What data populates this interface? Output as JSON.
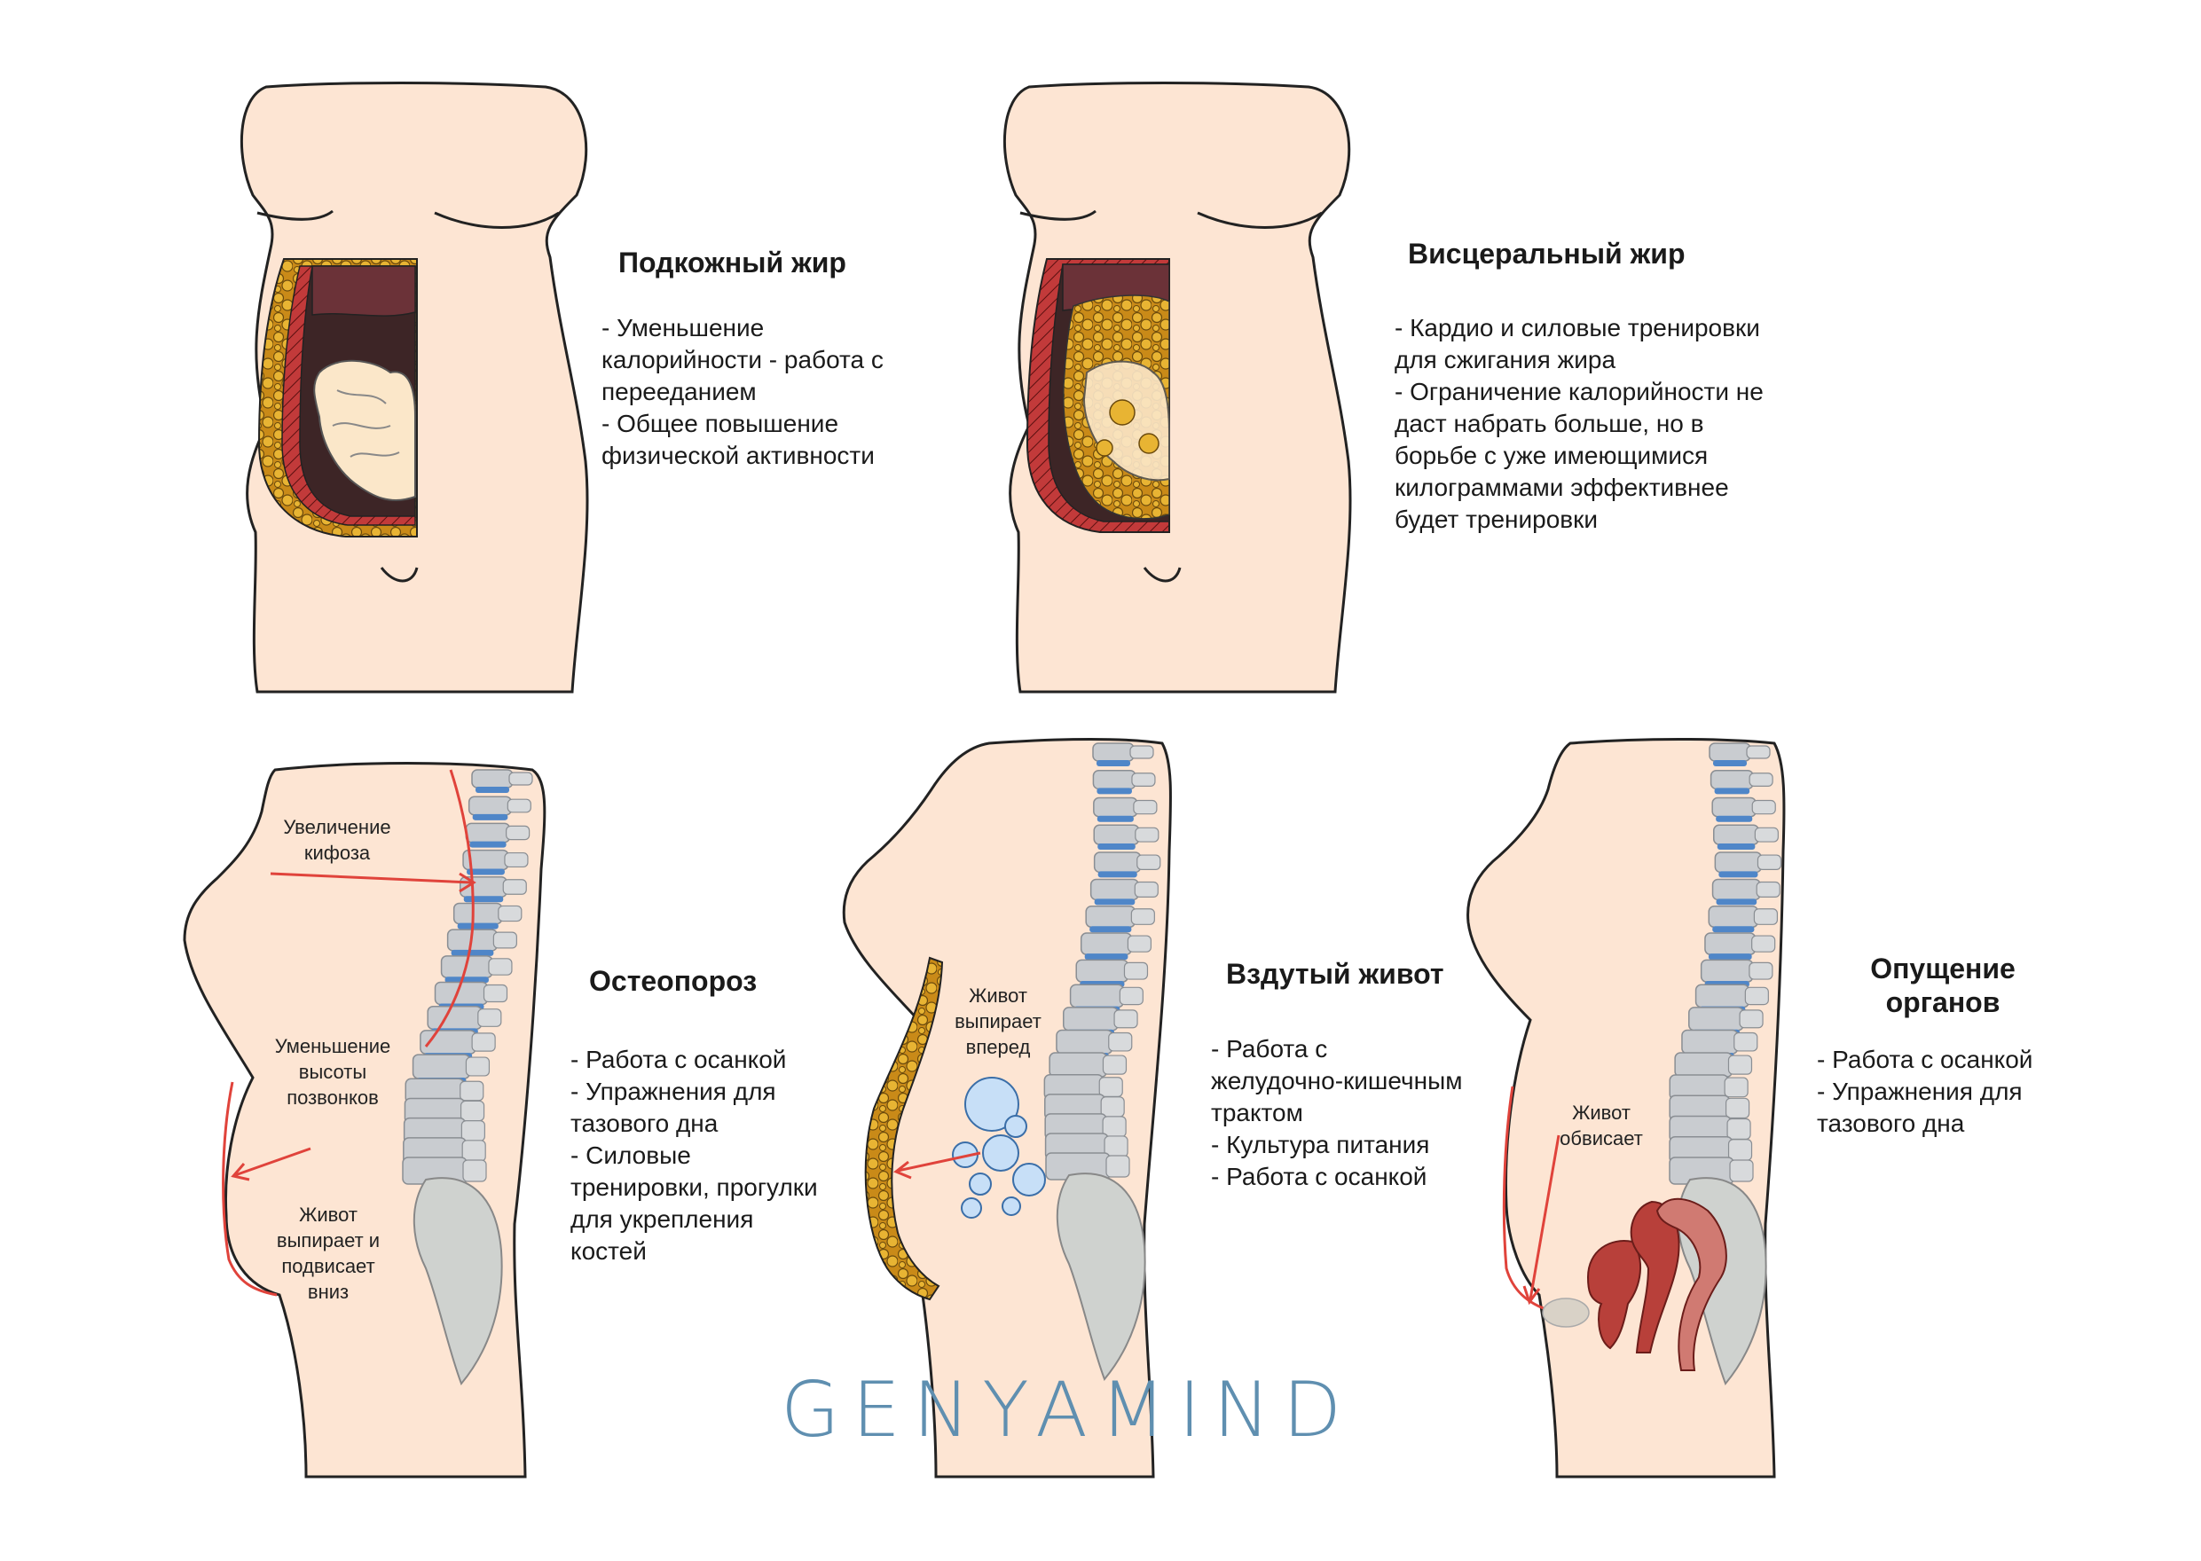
{
  "panels": {
    "subcutaneous": {
      "title": "Подкожный жир",
      "lines": [
        "- Уменьшение",
        "калорийности - работа с",
        "перееданием",
        "- Общее повышение",
        "физической активности"
      ]
    },
    "visceral": {
      "title": "Висцеральный жир",
      "lines": [
        "- Кардио и силовые тренировки",
        "для сжигания жира",
        "- Ограничение калорийности не",
        "даст набрать больше, но в",
        "борьбе с уже имеющимися",
        "килограммами эффективнее",
        "будет тренировки"
      ]
    },
    "osteoporosis": {
      "title": "Остеопороз",
      "lines": [
        "- Работа с осанкой",
        "- Упражнения для",
        "тазового дна",
        "- Силовые",
        "тренировки, прогулки",
        "для укрепления",
        "костей"
      ],
      "labels": {
        "kyphosis": [
          "Увеличение",
          "кифоза"
        ],
        "vertebrae": [
          "Уменьшение",
          "высоты",
          "позвонков"
        ],
        "belly": [
          "Живот",
          "выпирает и",
          "подвисает",
          "вниз"
        ]
      }
    },
    "bloated": {
      "title": "Вздутый живот",
      "lines": [
        "- Работа с",
        "желудочно-кишечным",
        "трактом",
        "- Культура питания",
        "- Работа с осанкой"
      ],
      "labels": {
        "belly": [
          "Живот",
          "выпирает",
          "вперед"
        ]
      }
    },
    "prolapse": {
      "title_lines": [
        "Опущение",
        "органов"
      ],
      "lines": [
        "- Работа с осанкой",
        "- Упражнения для",
        "тазового дна"
      ],
      "labels": {
        "belly": [
          "Живот",
          "обвисает"
        ]
      }
    }
  },
  "logo": "GENYAMIND",
  "colors": {
    "skin": "#fde5d3",
    "outline": "#222222",
    "fat": "#d9a024",
    "muscle": "#7a2e2e",
    "intestine": "#3d2526",
    "bone": "#c9ccd0",
    "disc": "#4f86c8",
    "arrow": "#e0433b",
    "organ": "#b8403a",
    "bubble": "#c7dff7",
    "logo": "#5f8fb0"
  }
}
